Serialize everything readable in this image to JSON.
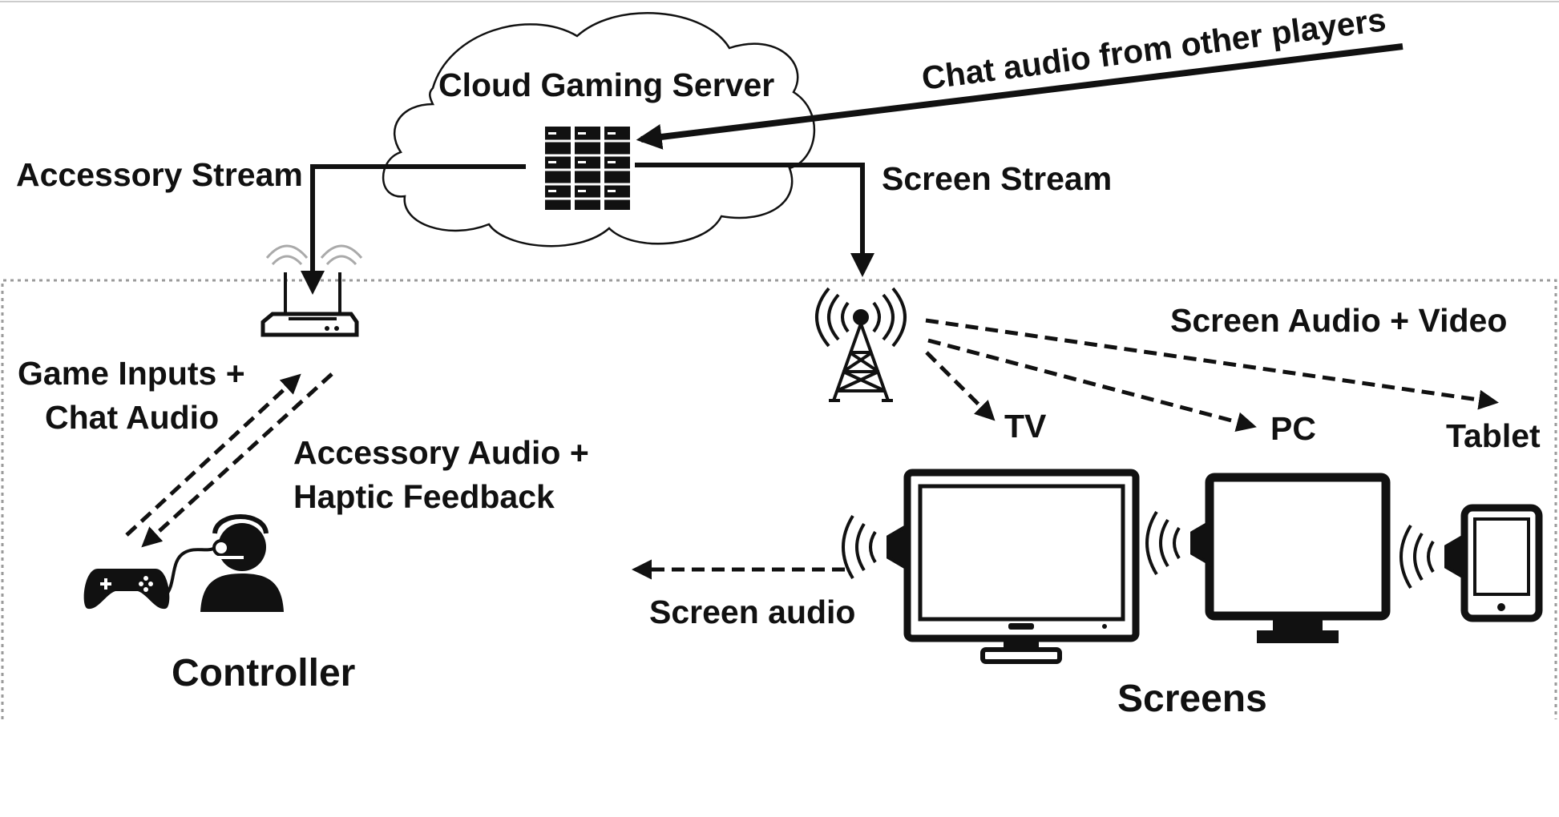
{
  "labels": {
    "server": "Cloud Gaming Server",
    "chat_audio_other": "Chat audio from other players",
    "accessory_stream": "Accessory Stream",
    "screen_stream": "Screen Stream",
    "screen_audio_video": "Screen Audio + Video",
    "game_inputs_line1": "Game Inputs +",
    "game_inputs_line2": "Chat Audio",
    "accessory_audio_line1": "Accessory Audio +",
    "accessory_audio_line2": "Haptic Feedback",
    "tv": "TV",
    "pc": "PC",
    "tablet": "Tablet",
    "screen_audio": "Screen audio",
    "controller": "Controller",
    "screens": "Screens"
  },
  "colors": {
    "ink": "#111111",
    "boundary": "#9a9a9a",
    "wifi": "#aaaaaa"
  },
  "icons": [
    "cloud-icon",
    "server-rack-icon",
    "wifi-router-icon",
    "radio-tower-icon",
    "gamepad-icon",
    "headset-user-icon",
    "tv-monitor-icon",
    "pc-monitor-icon",
    "tablet-icon",
    "speaker-icon"
  ]
}
